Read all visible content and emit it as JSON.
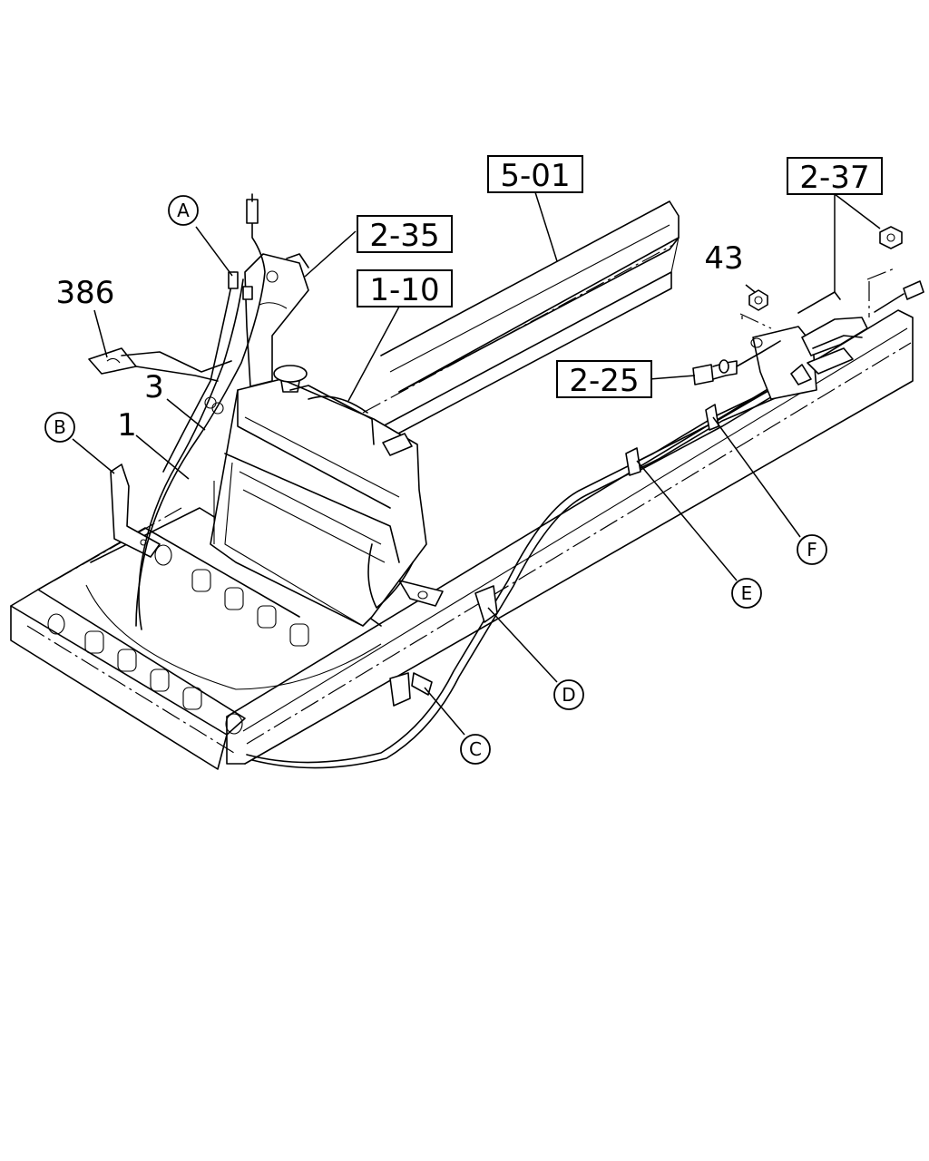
{
  "boxed_refs": {
    "r501": "5-01",
    "r235": "2-35",
    "r110": "1-10",
    "r237": "2-37",
    "r225": "2-25"
  },
  "plain_refs": {
    "p386": "386",
    "p3": "3",
    "p1": "1",
    "p43": "43"
  },
  "callouts": {
    "A": "A",
    "B": "B",
    "C": "C",
    "D": "D",
    "E": "E",
    "F": "F"
  }
}
